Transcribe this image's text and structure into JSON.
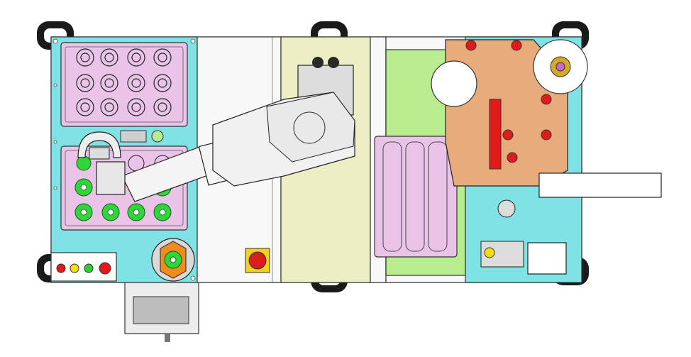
{
  "colors": {
    "background": "#ffffff",
    "base_cyan": "#7fe3e6",
    "tray_pink": "#e9c4e8",
    "part_green": "#2fd63a",
    "panel_yellow": "#eeeec6",
    "panel_green": "#b9ec8e",
    "plate_orange": "#e8ab7c",
    "light_gray": "#dcdcdc",
    "wheel_black": "#1a1a1a",
    "lamp_red": "#e11a1a",
    "lamp_yellow": "#f3dc14",
    "lamp_green": "#2ccf2c",
    "lamp_orange": "#f08c1e",
    "estop_red": "#d91c1c",
    "estop_yellow": "#f2d21a",
    "screen_gray": "#bdbdbd",
    "robot_white": "#f4f4f4",
    "feeder_yellow": "#f3dc14"
  },
  "components": {
    "casters": [
      "caster-wheel"
    ],
    "left_module": [
      "tray-pink-4x3",
      "tray-mixed-parts",
      "signal-lamp-panel",
      "rotary-fixture",
      "hmi-touch-panel"
    ],
    "center_module": [
      "robot-arm",
      "robot-controller",
      "emergency-stop"
    ],
    "right_module": [
      "parts-tray",
      "label-plate",
      "label-roll",
      "conveyor-chute",
      "clamp-fixture"
    ]
  },
  "icons": [
    "caster-wheel-icon",
    "gripper-icon",
    "emergency-stop-icon",
    "signal-lamp-icon",
    "label-roll-icon"
  ]
}
